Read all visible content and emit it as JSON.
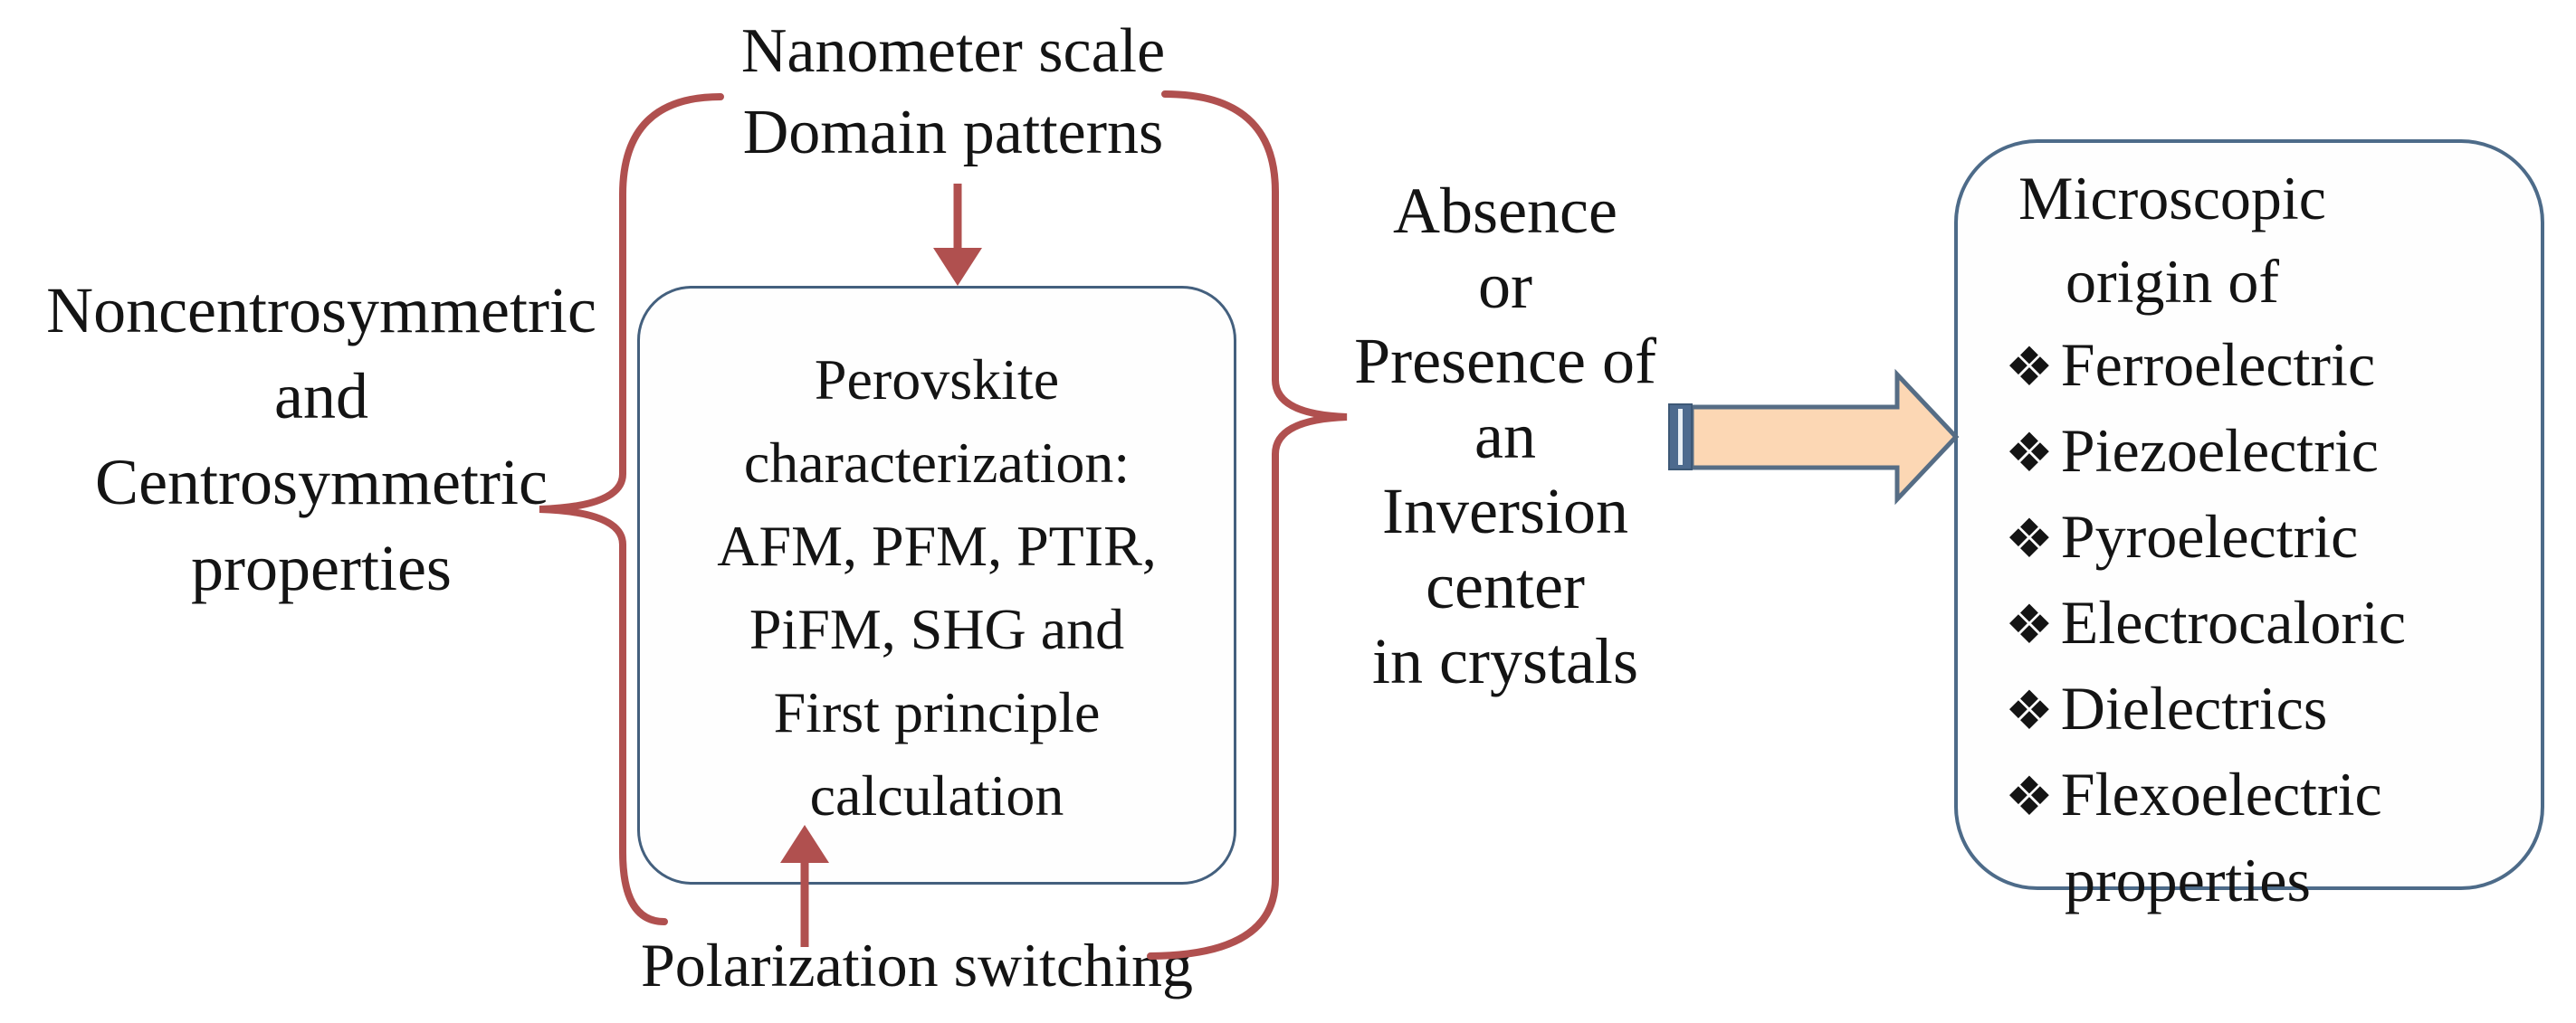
{
  "figure": {
    "description": "Flow diagram linking perovskite characterization methods to microscopic origins of electric properties"
  },
  "colors": {
    "red": "#b0504f",
    "center_box_border": "#44607e",
    "right_box_border": "#4d6b89",
    "block_arrow_fill": "#fcd7b4",
    "block_arrow_stroke": "#566d85",
    "bar_fill": "#4d6a8e",
    "bar_stripe": "#e9eff5",
    "text": "#141414",
    "background": "#ffffff"
  },
  "top_label": {
    "lines": [
      "Nanometer scale",
      "Domain patterns"
    ]
  },
  "left_label": {
    "lines": [
      "Noncentrosymmetric",
      "and",
      "Centrosymmetric",
      "properties"
    ]
  },
  "center_box": {
    "lines": [
      "Perovskite",
      "characterization:",
      "AFM, PFM, PTIR,",
      "PiFM, SHG and",
      "First principle",
      "calculation"
    ]
  },
  "middle_label": {
    "lines": [
      "Absence",
      "or",
      "Presence of",
      "an",
      "Inversion",
      "center",
      "in crystals"
    ]
  },
  "bottom_label": {
    "text": "Polarization switching"
  },
  "right_box": {
    "title_lines": [
      "Microscopic",
      "origin of"
    ],
    "bullet_char": "❖",
    "items": [
      "Ferroelectric",
      "Piezoelectric",
      "Pyroelectric",
      "Electrocaloric",
      "Dielectrics",
      "Flexoelectric"
    ],
    "continuation": "properties"
  }
}
